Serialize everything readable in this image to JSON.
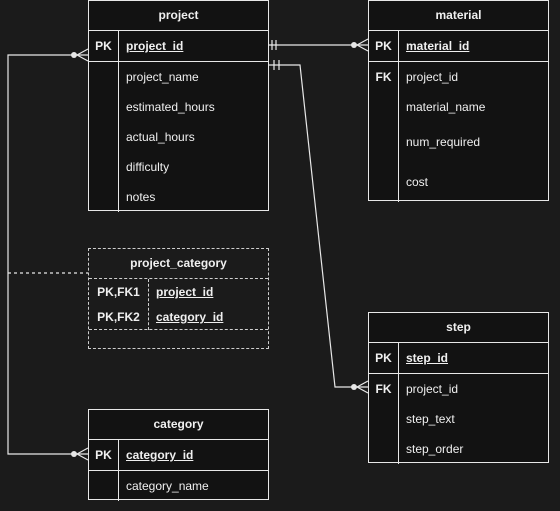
{
  "tables": {
    "project": {
      "name": "project",
      "rows": [
        {
          "key": "PK",
          "field": "project_id"
        },
        {
          "key": "",
          "field": "project_name"
        },
        {
          "key": "",
          "field": "estimated_hours"
        },
        {
          "key": "",
          "field": "actual_hours"
        },
        {
          "key": "",
          "field": "difficulty"
        },
        {
          "key": "",
          "field": "notes"
        }
      ]
    },
    "material": {
      "name": "material",
      "rows": [
        {
          "key": "PK",
          "field": "material_id"
        },
        {
          "key": "FK",
          "field": "project_id"
        },
        {
          "key": "",
          "field": "material_name"
        },
        {
          "key": "",
          "field": "num_required"
        },
        {
          "key": "",
          "field": "cost"
        }
      ]
    },
    "project_category": {
      "name": "project_category",
      "rows": [
        {
          "key": "PK,FK1",
          "field": "project_id"
        },
        {
          "key": "PK,FK2",
          "field": "category_id"
        }
      ]
    },
    "step": {
      "name": "step",
      "rows": [
        {
          "key": "PK",
          "field": "step_id"
        },
        {
          "key": "FK",
          "field": "project_id"
        },
        {
          "key": "",
          "field": "step_text"
        },
        {
          "key": "",
          "field": "step_order"
        }
      ]
    },
    "category": {
      "name": "category",
      "rows": [
        {
          "key": "PK",
          "field": "category_id"
        },
        {
          "key": "",
          "field": "category_name"
        }
      ]
    }
  },
  "colors": {
    "background": "#1b1b1b",
    "line": "#e8e8e8",
    "text": "#f0f0f0"
  }
}
